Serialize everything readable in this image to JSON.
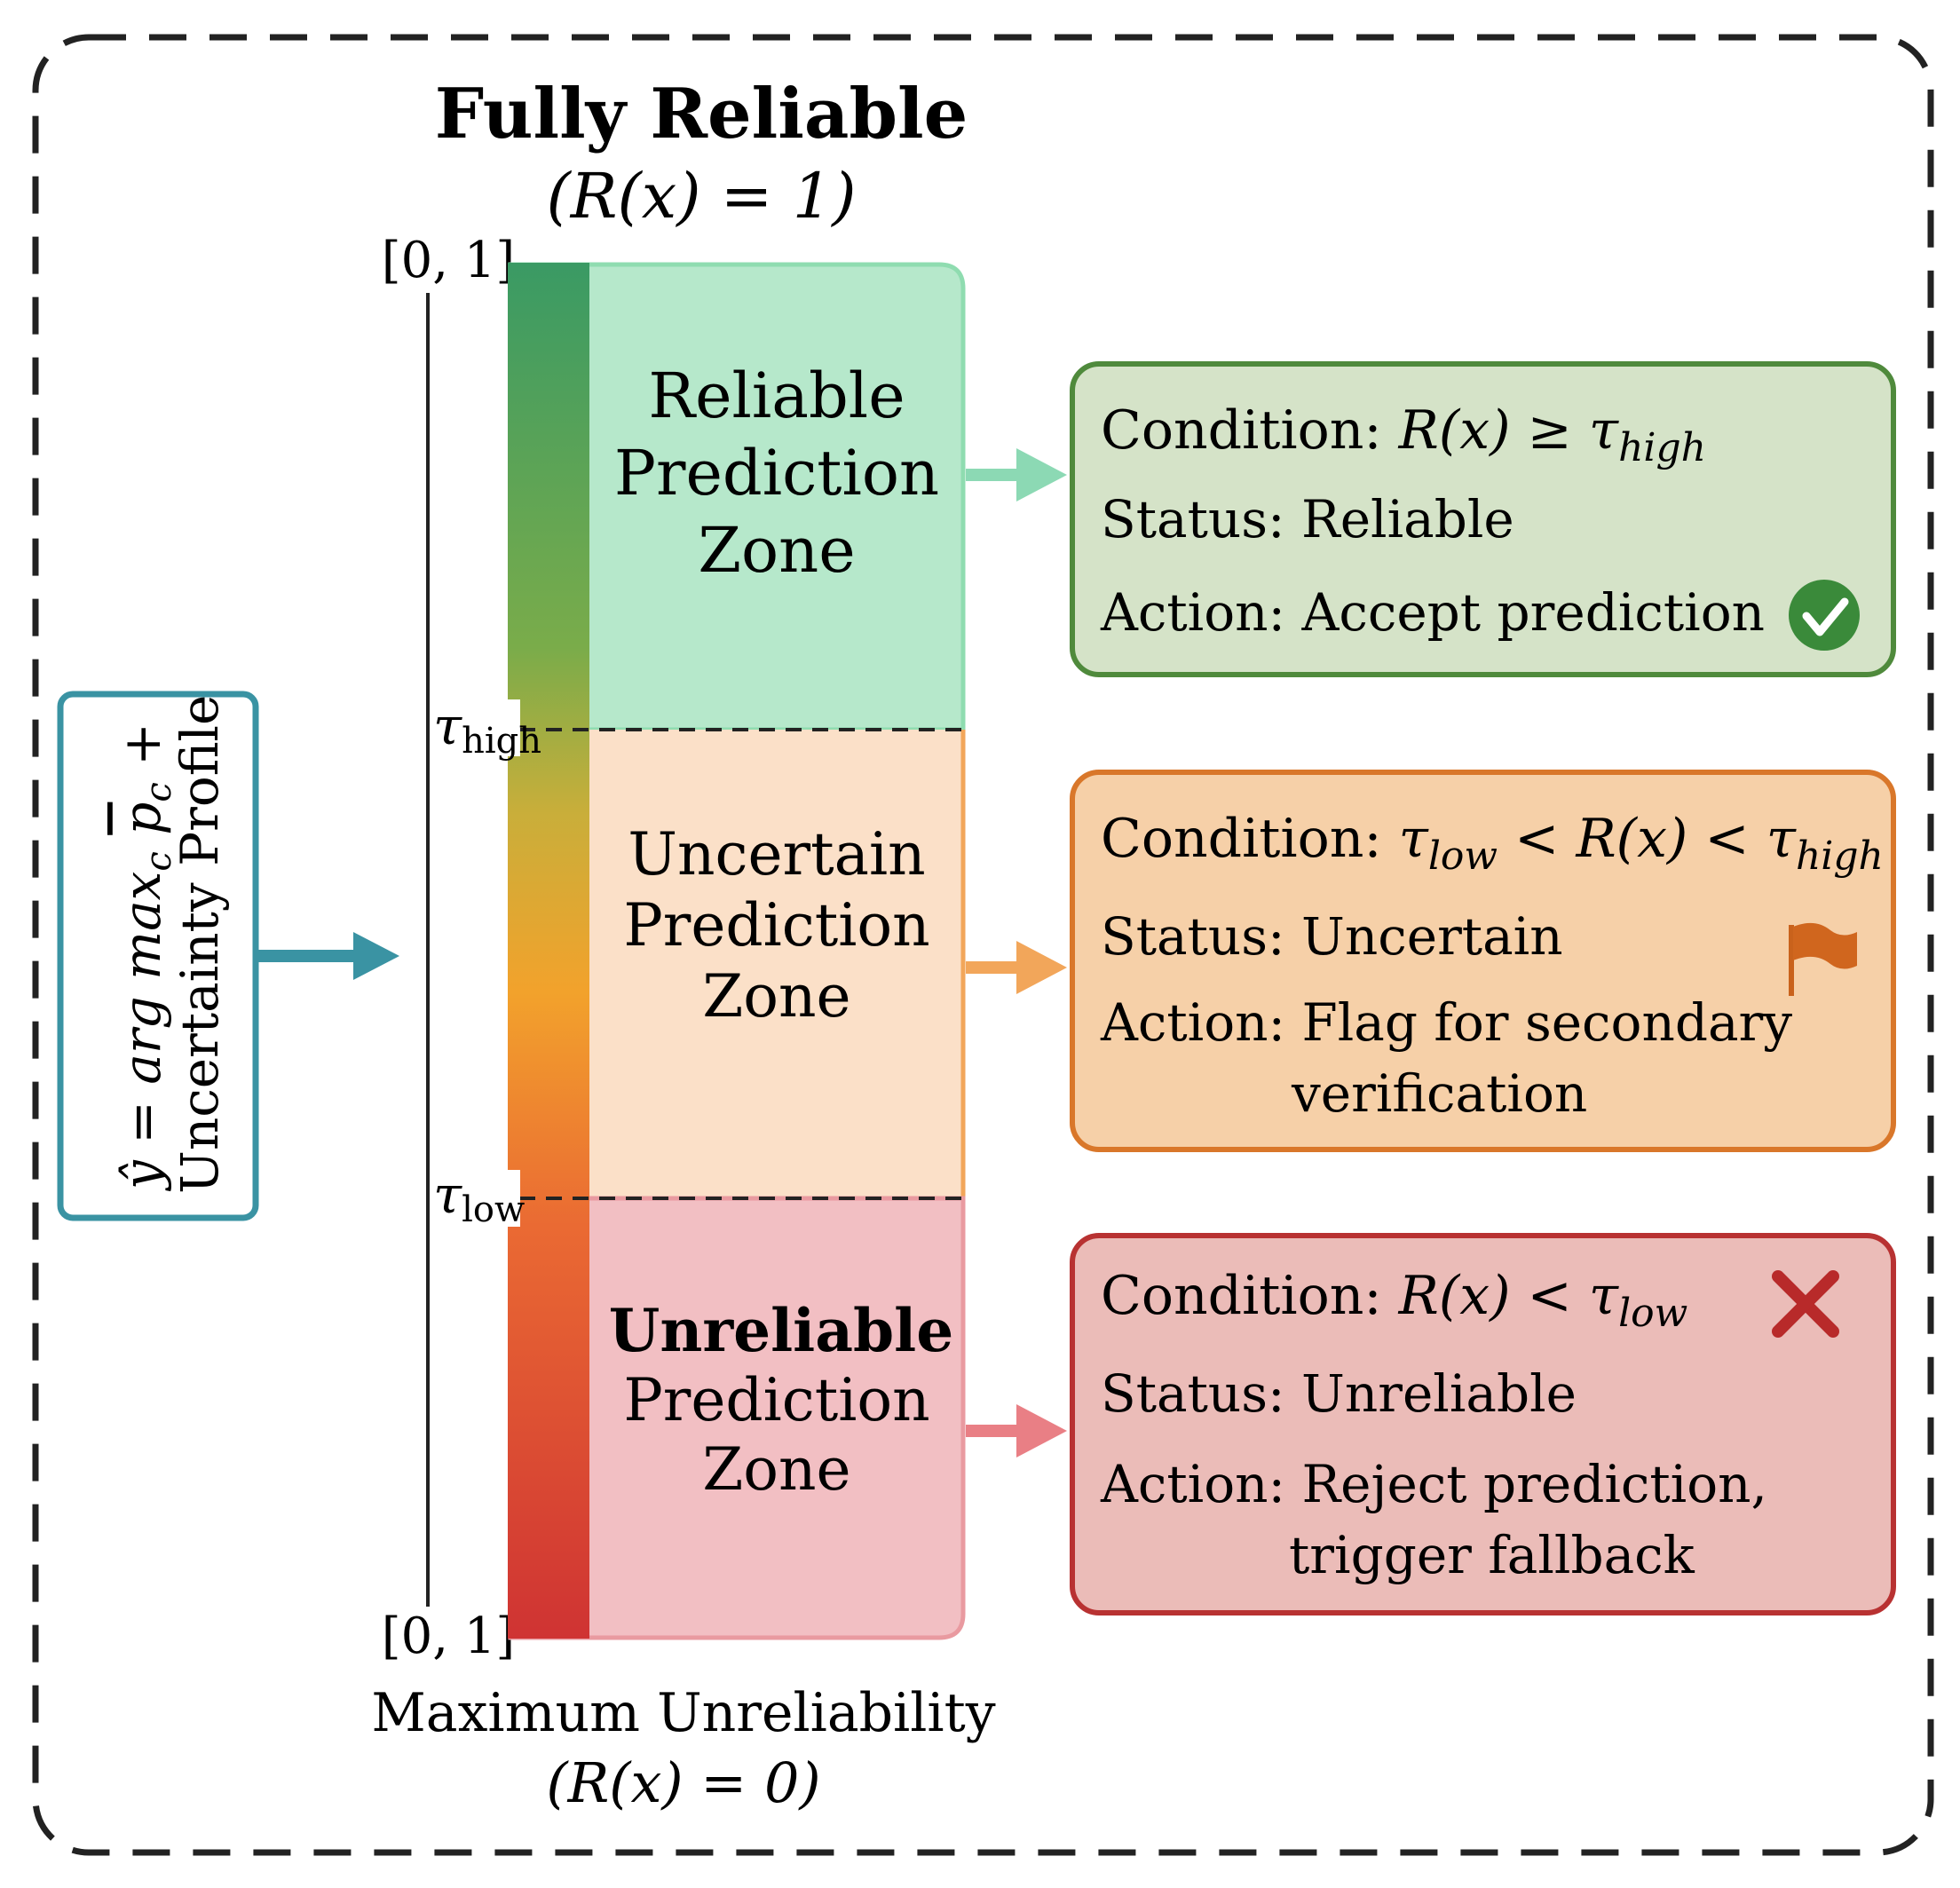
{
  "top_label": {
    "title": "Fully Reliable",
    "subtitle": "(R(x) = 1)"
  },
  "bottom_label": {
    "title": "Maximum Unreliability",
    "subtitle": "(R(x) = 0)"
  },
  "axis": {
    "top_tick": "[0, 1]",
    "bottom_tick": "[0, 1]",
    "tau_high": {
      "sym": "τ",
      "sub": "high"
    },
    "tau_low": {
      "sym": "τ",
      "sub": "low"
    }
  },
  "input_box": {
    "line1_prefix": "ŷ = arg max",
    "line1_sub": "c",
    "line1_p": "p",
    "line1_p_sub": "c",
    "line1_suffix": "+",
    "line2": "Uncertainty Profile"
  },
  "zones": [
    {
      "lines": [
        "Reliable",
        "Prediction",
        "Zone"
      ],
      "bold_first": false
    },
    {
      "lines": [
        "Uncertain",
        "Prediction",
        "Zone"
      ],
      "bold_first": false
    },
    {
      "lines": [
        "Unreliable",
        "Prediction",
        "Zone"
      ],
      "bold_first": true
    }
  ],
  "cards": {
    "reliable": {
      "condition_label": "Condition:",
      "condition_expr": "R(x) ≥ τ",
      "condition_sub": "high",
      "status": "Status: Reliable",
      "action_label": "Action:",
      "action_line1": "Accept prediction",
      "action_line2": "",
      "icon": "check-circle-icon",
      "color": "#4f8a3c"
    },
    "uncertain": {
      "condition_label": "Condition:",
      "condition_expr_a": "τ",
      "condition_sub_a": "low",
      "condition_mid": " < R(x) < τ",
      "condition_sub_b": "high",
      "status": "Status: Uncertain",
      "action_label": "Action:",
      "action_line1": "Flag for secondary",
      "action_line2": "verification",
      "icon": "flag-icon",
      "color": "#d9772a"
    },
    "unreliable": {
      "condition_label": "Condition:",
      "condition_expr": "R(x) < τ",
      "condition_sub": "low",
      "status": "Status: Unreliable",
      "action_label": "Action:",
      "action_line1": "Reject prediction,",
      "action_line2": "trigger fallback",
      "icon": "cross-icon",
      "color": "#b83232"
    }
  },
  "colors": {
    "frame": "#222222",
    "input_box": "#3a93a3",
    "reliable_fill": "#b6e8cb",
    "uncertain_fill": "#fbe0c8",
    "unreliable_fill": "#f2bfc3",
    "reliable_card": "#d5e3c8",
    "uncertain_card": "#f6d0a8",
    "unreliable_card": "#ebbcb8",
    "arrow_green": "#8cd9b4",
    "arrow_orange": "#f2a65a",
    "arrow_red": "#e97f85"
  }
}
